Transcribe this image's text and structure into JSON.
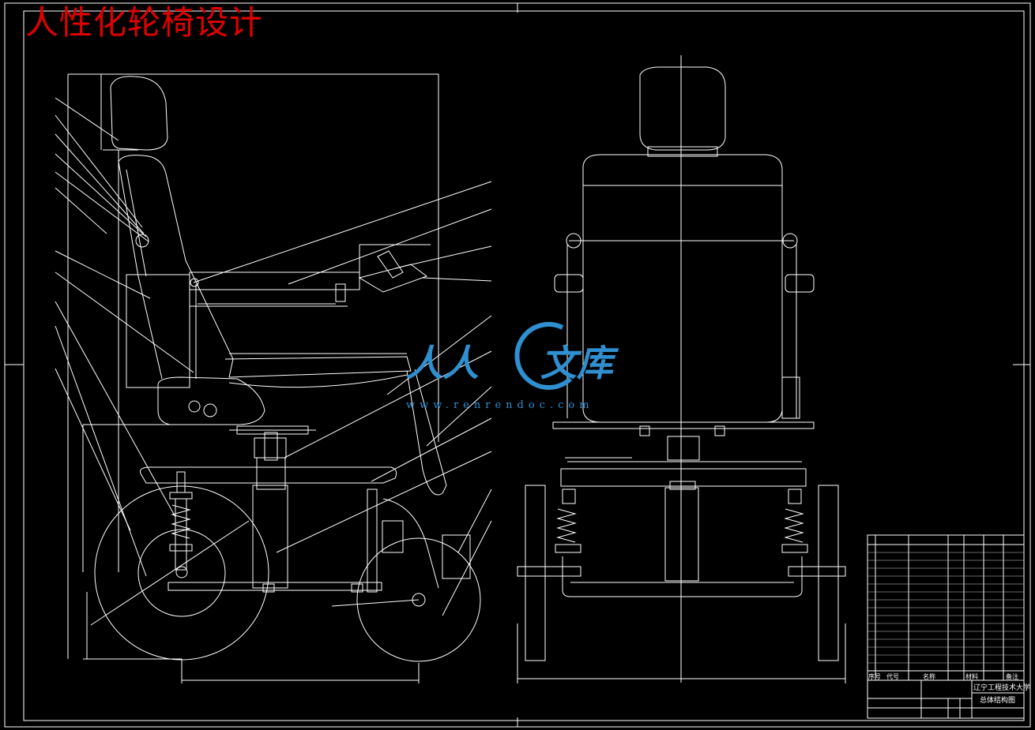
{
  "drawing": {
    "title": "人性化轮椅设计",
    "watermark": {
      "text_a": "人人",
      "text_b": "文库",
      "url": "www.renrendoc.com"
    },
    "title_block": {
      "school": "辽宁工程技术大学",
      "drawing_name": "总体结构图",
      "col_code": "代号",
      "col_name": "名称",
      "col_material": "材料",
      "col_note": "备注",
      "col_seq": "序号"
    },
    "colors": {
      "line": "#ffffff",
      "title": "#e00000",
      "watermark": "#2f8fd0",
      "background": "#000000"
    }
  }
}
